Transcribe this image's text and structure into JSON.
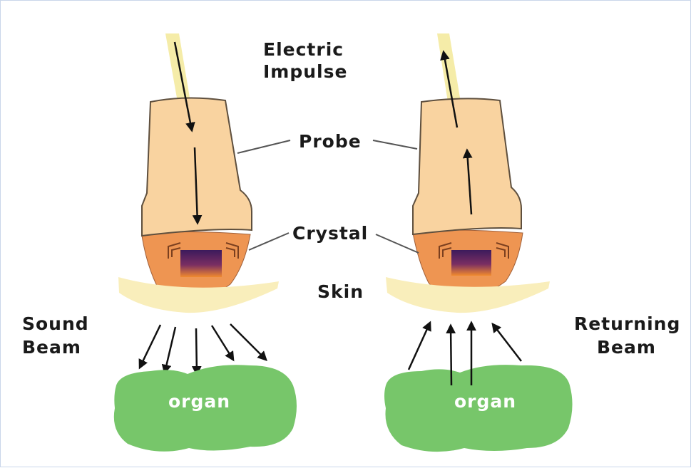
{
  "labels": {
    "electric_impulse_line1": "Electric",
    "electric_impulse_line2": "Impulse",
    "probe": "Probe",
    "crystal": "Crystal",
    "skin": "Skin",
    "sound_beam_line1": "Sound",
    "sound_beam_line2": "Beam",
    "returning_beam_line1": "Returning",
    "returning_beam_line2": "Beam",
    "organ_left": "organ",
    "organ_right": "organ"
  },
  "colors": {
    "probe": "#f9d3a0",
    "probe_outline": "#6b5a45",
    "cable": "#f5eca8",
    "crystal": "#ee9552",
    "skin": "#f9eebb",
    "organ": "#77c66a",
    "arrow": "#111111",
    "frame_border": "#c9d6ea"
  }
}
